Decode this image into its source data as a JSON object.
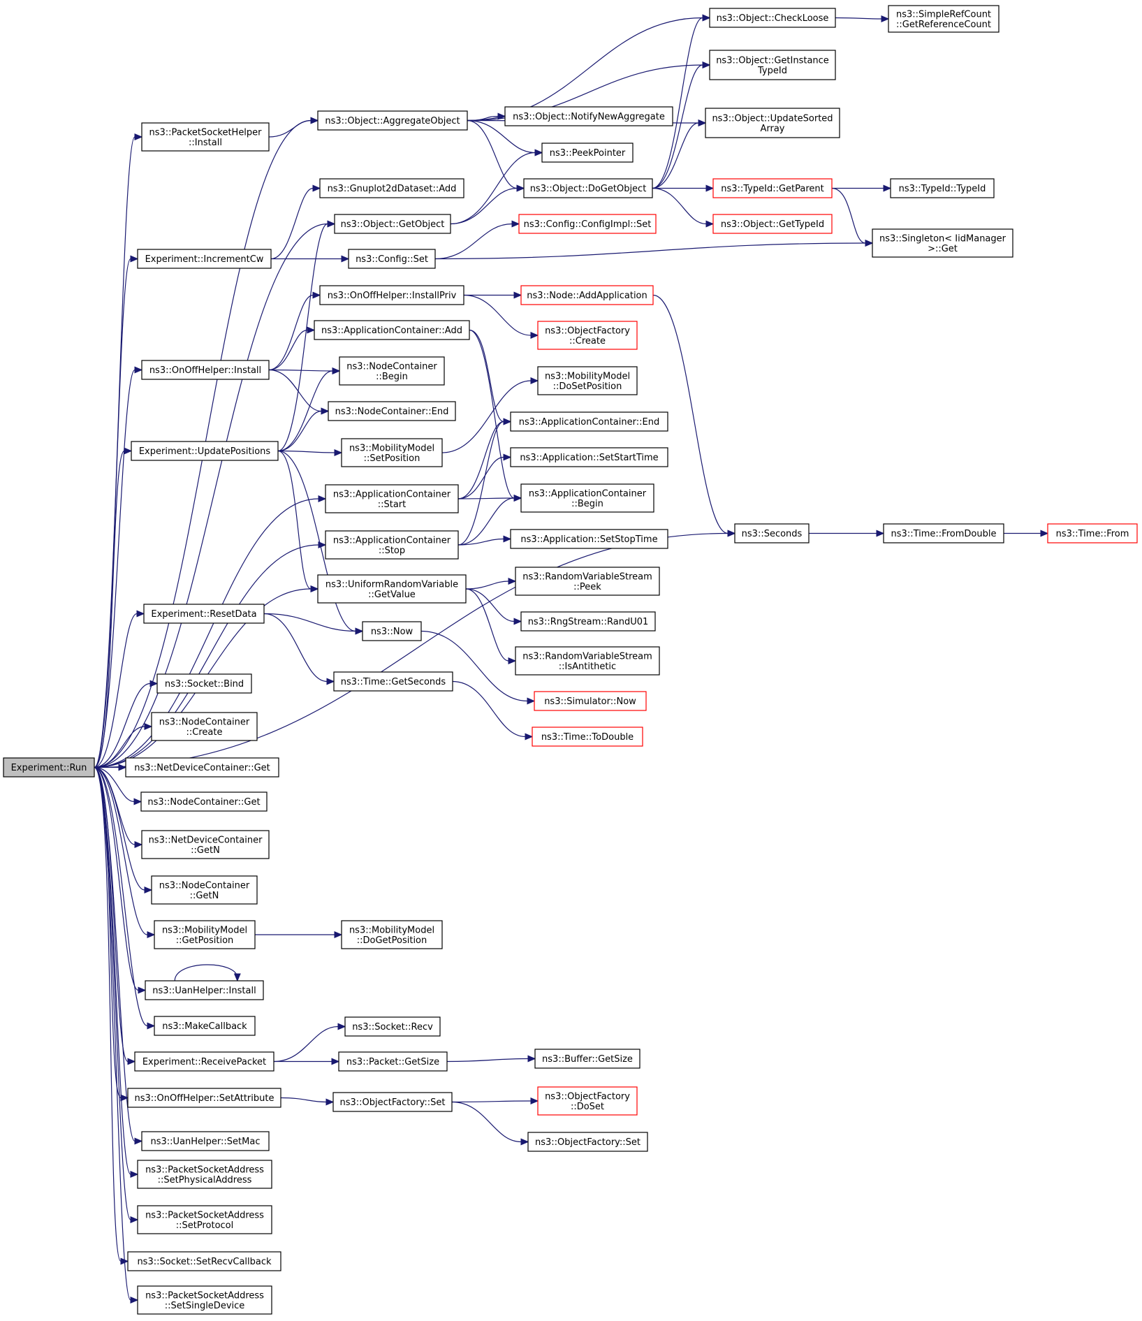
{
  "nodes": {
    "run": {
      "lines": [
        "Experiment::Run"
      ],
      "root": true
    },
    "psh_install": {
      "lines": [
        "ns3::PacketSocketHelper",
        "::Install"
      ]
    },
    "aggregate": {
      "lines": [
        "ns3::Object::AggregateObject"
      ]
    },
    "checkloose": {
      "lines": [
        "ns3::Object::CheckLoose"
      ]
    },
    "getrefcount": {
      "lines": [
        "ns3::SimpleRefCount",
        "::GetReferenceCount"
      ]
    },
    "getinstancetypeid": {
      "lines": [
        "ns3::Object::GetInstance",
        "TypeId"
      ]
    },
    "notifynewagg": {
      "lines": [
        "ns3::Object::NotifyNewAggregate"
      ]
    },
    "updatesorted": {
      "lines": [
        "ns3::Object::UpdateSorted",
        "Array"
      ]
    },
    "peekpointer": {
      "lines": [
        "ns3::PeekPointer"
      ]
    },
    "dogetobject": {
      "lines": [
        "ns3::Object::DoGetObject"
      ]
    },
    "gnuplotadd": {
      "lines": [
        "ns3::Gnuplot2dDataset::Add"
      ]
    },
    "getobject": {
      "lines": [
        "ns3::Object::GetObject"
      ]
    },
    "getparent": {
      "lines": [
        "ns3::TypeId::GetParent"
      ],
      "red": true
    },
    "typeid": {
      "lines": [
        "ns3::TypeId::TypeId"
      ]
    },
    "gettypeid": {
      "lines": [
        "ns3::Object::GetTypeId"
      ],
      "red": true
    },
    "incrementcw": {
      "lines": [
        "Experiment::IncrementCw"
      ]
    },
    "configset": {
      "lines": [
        "ns3::Config::Set"
      ]
    },
    "configimplset": {
      "lines": [
        "ns3::Config::ConfigImpl::Set"
      ],
      "red": true
    },
    "singleton": {
      "lines": [
        "ns3::Singleton< IidManager",
        ">::Get"
      ]
    },
    "installpriv": {
      "lines": [
        "ns3::OnOffHelper::InstallPriv"
      ]
    },
    "addapp": {
      "lines": [
        "ns3::Node::AddApplication"
      ],
      "red": true
    },
    "appcontadd": {
      "lines": [
        "ns3::ApplicationContainer::Add"
      ]
    },
    "objfactcreate": {
      "lines": [
        "ns3::ObjectFactory",
        "::Create"
      ],
      "red": true
    },
    "onoffinstall": {
      "lines": [
        "ns3::OnOffHelper::Install"
      ]
    },
    "ncbegin": {
      "lines": [
        "ns3::NodeContainer",
        "::Begin"
      ]
    },
    "mmdosetpos": {
      "lines": [
        "ns3::MobilityModel",
        "::DoSetPosition"
      ]
    },
    "ncend": {
      "lines": [
        "ns3::NodeContainer::End"
      ]
    },
    "acend": {
      "lines": [
        "ns3::ApplicationContainer::End"
      ]
    },
    "updatepos": {
      "lines": [
        "Experiment::UpdatePositions"
      ]
    },
    "mmsetpos": {
      "lines": [
        "ns3::MobilityModel",
        "::SetPosition"
      ]
    },
    "setstarttime": {
      "lines": [
        "ns3::Application::SetStartTime"
      ]
    },
    "acstart": {
      "lines": [
        "ns3::ApplicationContainer",
        "::Start"
      ]
    },
    "acbegin": {
      "lines": [
        "ns3::ApplicationContainer",
        "::Begin"
      ]
    },
    "seconds": {
      "lines": [
        "ns3::Seconds"
      ]
    },
    "fromdouble": {
      "lines": [
        "ns3::Time::FromDouble"
      ]
    },
    "timefrom": {
      "lines": [
        "ns3::Time::From"
      ],
      "red": true
    },
    "acstop": {
      "lines": [
        "ns3::ApplicationContainer",
        "::Stop"
      ]
    },
    "setstoptime": {
      "lines": [
        "ns3::Application::SetStopTime"
      ]
    },
    "urvgetvalue": {
      "lines": [
        "ns3::UniformRandomVariable",
        "::GetValue"
      ]
    },
    "rvspeek": {
      "lines": [
        "ns3::RandomVariableStream",
        "::Peek"
      ]
    },
    "resetdata": {
      "lines": [
        "Experiment::ResetData"
      ]
    },
    "now": {
      "lines": [
        "ns3::Now"
      ]
    },
    "randu01": {
      "lines": [
        "ns3::RngStream::RandU01"
      ]
    },
    "isantithetic": {
      "lines": [
        "ns3::RandomVariableStream",
        "::IsAntithetic"
      ]
    },
    "getseconds": {
      "lines": [
        "ns3::Time::GetSeconds"
      ]
    },
    "socketbind": {
      "lines": [
        "ns3::Socket::Bind"
      ]
    },
    "simnow": {
      "lines": [
        "ns3::Simulator::Now"
      ],
      "red": true
    },
    "nccreate": {
      "lines": [
        "ns3::NodeContainer",
        "::Create"
      ]
    },
    "todouble": {
      "lines": [
        "ns3::Time::ToDouble"
      ],
      "red": true
    },
    "ndcget": {
      "lines": [
        "ns3::NetDeviceContainer::Get"
      ]
    },
    "ncget": {
      "lines": [
        "ns3::NodeContainer::Get"
      ]
    },
    "ndcgetn": {
      "lines": [
        "ns3::NetDeviceContainer",
        "::GetN"
      ]
    },
    "ncgetn": {
      "lines": [
        "ns3::NodeContainer",
        "::GetN"
      ]
    },
    "mmgetpos": {
      "lines": [
        "ns3::MobilityModel",
        "::GetPosition"
      ]
    },
    "mmdogetpos": {
      "lines": [
        "ns3::MobilityModel",
        "::DoGetPosition"
      ]
    },
    "uaninstall": {
      "lines": [
        "ns3::UanHelper::Install"
      ]
    },
    "makecallback": {
      "lines": [
        "ns3::MakeCallback"
      ]
    },
    "socketrecv": {
      "lines": [
        "ns3::Socket::Recv"
      ]
    },
    "receivepacket": {
      "lines": [
        "Experiment::ReceivePacket"
      ]
    },
    "packetgetsize": {
      "lines": [
        "ns3::Packet::GetSize"
      ]
    },
    "buffergetsize": {
      "lines": [
        "ns3::Buffer::GetSize"
      ]
    },
    "onoffsetattr": {
      "lines": [
        "ns3::OnOffHelper::SetAttribute"
      ]
    },
    "objfactset": {
      "lines": [
        "ns3::ObjectFactory::Set"
      ]
    },
    "objfactdoset": {
      "lines": [
        "ns3::ObjectFactory",
        "::DoSet"
      ],
      "red": true
    },
    "uansetmac": {
      "lines": [
        "ns3::UanHelper::SetMac"
      ]
    },
    "objfactset2": {
      "lines": [
        "ns3::ObjectFactory::Set"
      ]
    },
    "psasetphys": {
      "lines": [
        "ns3::PacketSocketAddress",
        "::SetPhysicalAddress"
      ]
    },
    "psasetproto": {
      "lines": [
        "ns3::PacketSocketAddress",
        "::SetProtocol"
      ]
    },
    "socksetrecv": {
      "lines": [
        "ns3::Socket::SetRecvCallback"
      ]
    },
    "psasetsingle": {
      "lines": [
        "ns3::PacketSocketAddress",
        "::SetSingleDevice"
      ]
    }
  },
  "edges": [
    [
      "run",
      "psh_install"
    ],
    [
      "run",
      "aggregate"
    ],
    [
      "run",
      "getobject"
    ],
    [
      "run",
      "incrementcw"
    ],
    [
      "run",
      "onoffinstall"
    ],
    [
      "run",
      "updatepos"
    ],
    [
      "run",
      "acstart"
    ],
    [
      "run",
      "acstop"
    ],
    [
      "run",
      "urvgetvalue"
    ],
    [
      "run",
      "resetdata"
    ],
    [
      "run",
      "seconds"
    ],
    [
      "run",
      "socketbind"
    ],
    [
      "run",
      "nccreate"
    ],
    [
      "run",
      "ndcget"
    ],
    [
      "run",
      "ncget"
    ],
    [
      "run",
      "ndcgetn"
    ],
    [
      "run",
      "ncgetn"
    ],
    [
      "run",
      "mmgetpos"
    ],
    [
      "run",
      "uaninstall"
    ],
    [
      "run",
      "makecallback"
    ],
    [
      "run",
      "receivepacket"
    ],
    [
      "run",
      "onoffsetattr"
    ],
    [
      "run",
      "uansetmac"
    ],
    [
      "run",
      "psasetphys"
    ],
    [
      "run",
      "psasetproto"
    ],
    [
      "run",
      "socksetrecv"
    ],
    [
      "run",
      "psasetsingle"
    ],
    [
      "psh_install",
      "aggregate"
    ],
    [
      "aggregate",
      "checkloose"
    ],
    [
      "aggregate",
      "getinstancetypeid"
    ],
    [
      "aggregate",
      "notifynewagg"
    ],
    [
      "aggregate",
      "updatesorted"
    ],
    [
      "aggregate",
      "peekpointer"
    ],
    [
      "aggregate",
      "dogetobject"
    ],
    [
      "checkloose",
      "getrefcount"
    ],
    [
      "dogetobject",
      "checkloose"
    ],
    [
      "dogetobject",
      "getinstancetypeid"
    ],
    [
      "dogetobject",
      "updatesorted"
    ],
    [
      "dogetobject",
      "getparent"
    ],
    [
      "dogetobject",
      "gettypeid"
    ],
    [
      "getparent",
      "typeid"
    ],
    [
      "getparent",
      "singleton"
    ],
    [
      "getobject",
      "peekpointer"
    ],
    [
      "getobject",
      "dogetobject"
    ],
    [
      "incrementcw",
      "gnuplotadd"
    ],
    [
      "incrementcw",
      "configset"
    ],
    [
      "configset",
      "configimplset"
    ],
    [
      "configset",
      "singleton"
    ],
    [
      "installpriv",
      "addapp"
    ],
    [
      "installpriv",
      "objfactcreate"
    ],
    [
      "addapp",
      "seconds"
    ],
    [
      "appcontadd",
      "acend"
    ],
    [
      "appcontadd",
      "acbegin"
    ],
    [
      "onoffinstall",
      "installpriv"
    ],
    [
      "onoffinstall",
      "appcontadd"
    ],
    [
      "onoffinstall",
      "ncbegin"
    ],
    [
      "onoffinstall",
      "ncend"
    ],
    [
      "updatepos",
      "getobject"
    ],
    [
      "updatepos",
      "ncbegin"
    ],
    [
      "updatepos",
      "ncend"
    ],
    [
      "updatepos",
      "mmsetpos"
    ],
    [
      "updatepos",
      "urvgetvalue"
    ],
    [
      "updatepos",
      "now"
    ],
    [
      "mmsetpos",
      "mmdosetpos"
    ],
    [
      "acstart",
      "setstarttime"
    ],
    [
      "acstart",
      "acbegin"
    ],
    [
      "acstart",
      "acend"
    ],
    [
      "acstop",
      "acbegin"
    ],
    [
      "acstop",
      "acend"
    ],
    [
      "acstop",
      "setstoptime"
    ],
    [
      "seconds",
      "fromdouble"
    ],
    [
      "fromdouble",
      "timefrom"
    ],
    [
      "urvgetvalue",
      "rvspeek"
    ],
    [
      "urvgetvalue",
      "randu01"
    ],
    [
      "urvgetvalue",
      "isantithetic"
    ],
    [
      "resetdata",
      "now"
    ],
    [
      "resetdata",
      "getseconds"
    ],
    [
      "now",
      "simnow"
    ],
    [
      "getseconds",
      "todouble"
    ],
    [
      "mmgetpos",
      "mmdogetpos"
    ],
    [
      "uaninstall",
      "uaninstall"
    ],
    [
      "receivepacket",
      "socketrecv"
    ],
    [
      "receivepacket",
      "packetgetsize"
    ],
    [
      "packetgetsize",
      "buffergetsize"
    ],
    [
      "onoffsetattr",
      "objfactset"
    ],
    [
      "objfactset",
      "objfactdoset"
    ],
    [
      "objfactset",
      "objfactset2"
    ]
  ]
}
